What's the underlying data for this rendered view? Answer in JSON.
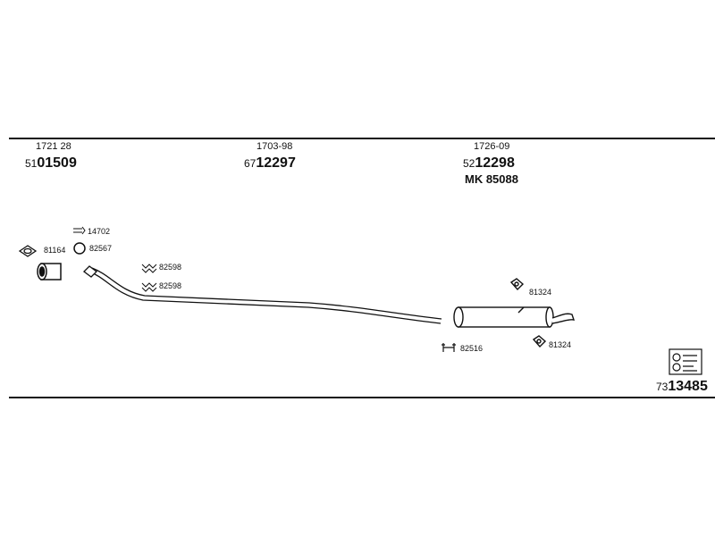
{
  "header": {
    "sections": [
      {
        "ref": "1721 28",
        "prefix": "51",
        "number": "01509",
        "extra": ""
      },
      {
        "ref": "1703-98",
        "prefix": "67",
        "number": "12297",
        "extra": ""
      },
      {
        "ref": "1726-09",
        "prefix": "52",
        "number": "12298",
        "extra": "MK  85088"
      }
    ]
  },
  "parts": {
    "p14702": "14702",
    "p81164": "81164",
    "p82567": "82567",
    "p82598a": "82598",
    "p82598b": "82598",
    "p81324a": "81324",
    "p81324b": "81324",
    "p82516": "82516"
  },
  "footer": {
    "prefix": "73",
    "number": "13485"
  },
  "colors": {
    "line": "#111111",
    "background": "#ffffff"
  }
}
